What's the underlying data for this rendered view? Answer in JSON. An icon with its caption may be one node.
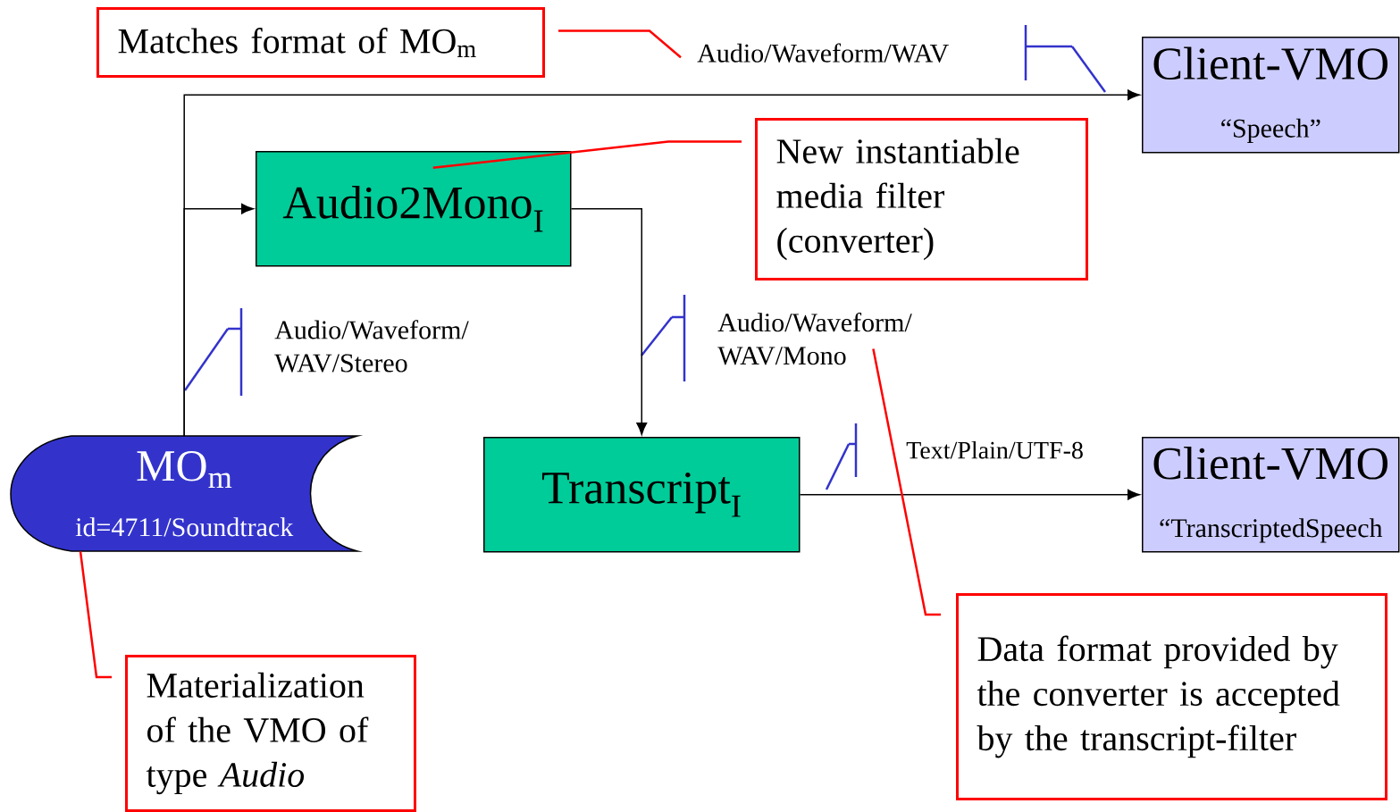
{
  "diagram": {
    "nodes": [
      {
        "text": [
          "Matches format of MO$_{m}$"
        ]
      },
      {
        "text": [
          "Audio2Mono$_{I}$"
        ]
      },
      {
        "text": [
          "New instantiable media filter (converter)"
        ]
      },
      {
        "text": [
          "Client-VMO",
          "“Speech”"
        ]
      },
      {
        "text": [
          "MO$_{m}$",
          "id=4711/Soundtrack"
        ]
      },
      {
        "text": [
          "Transcript$_{I}$"
        ]
      },
      {
        "text": [
          "Client-VMO",
          "“TranscriptedSpeech"
        ]
      },
      {
        "text": [
          "Materialization of the VMO of type *Audio*"
        ]
      },
      {
        "text": [
          "Data format provided by the converter is accepted by the transcript-filter"
        ]
      },
      {
        "text": [
          "Audio/Waveform/WAV"
        ]
      },
      {
        "text": [
          "Audio/Waveform/ WAV/Mono"
        ]
      }
    ],
    "edges": [
      {
        "from": 4,
        "to": 3,
        "arrow": "to"
      },
      {
        "from": 4,
        "to": 1,
        "arrow": "to"
      },
      {
        "from": 1,
        "to": 5,
        "arrow": "to"
      },
      {
        "from": 5,
        "to": 6,
        "arrow": "to",
        "label": "Text/Plain/UTF-8"
      },
      {
        "from": 0,
        "to": 9,
        "arrow": "none",
        "color": "#ff0000"
      },
      {
        "from": 2,
        "to": 1,
        "arrow": "none",
        "color": "#ff0000"
      },
      {
        "from": 7,
        "to": 4,
        "arrow": "none",
        "color": "#ff0000"
      },
      {
        "from": 8,
        "to": 10,
        "arrow": "none",
        "color": "#ff0000"
      }
    ],
    "labels": [
      "Audio/Waveform/ WAV/Stereo"
    ]
  }
}
